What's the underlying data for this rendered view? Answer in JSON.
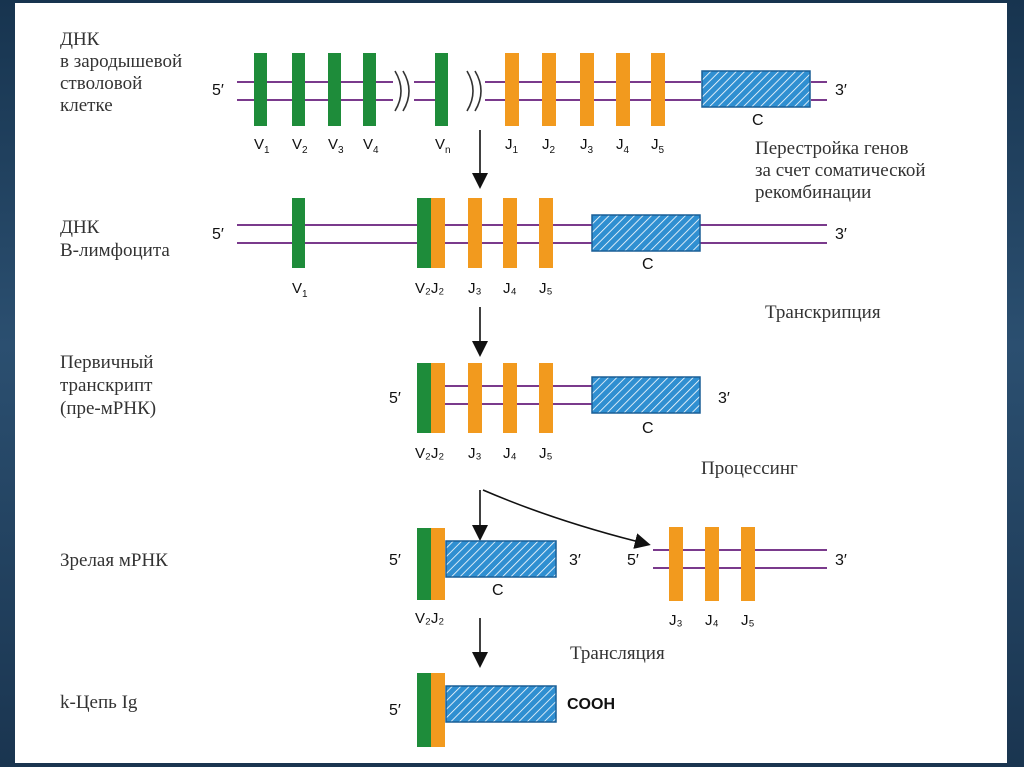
{
  "colors": {
    "v_segment": "#1e8c3a",
    "j_segment": "#f29a1e",
    "c_fill": "#2f8fd1",
    "strand": "#7a3a8c"
  },
  "stage_labels": {
    "germline_1": "ДНК",
    "germline_2": "в зародышевой",
    "germline_3": "стволовой",
    "germline_4": "клетке",
    "blymph_1": "ДНК",
    "blymph_2": "В-лимфоцита",
    "primary_1": "Первичный",
    "primary_2": "транскрипт",
    "primary_3": "(пре-мРНК)",
    "mature": "Зрелая мРНК",
    "chain": "k-Цепь Ig"
  },
  "process_labels": {
    "rearrangement_1": "Перестройка генов",
    "rearrangement_2": "за счет соматической",
    "rearrangement_3": "рекомбинации",
    "transcription": "Транскрипция",
    "processing": "Процессинг",
    "translation": "Трансляция"
  },
  "ends": {
    "five": "5′",
    "three": "3′",
    "cooh": "COOH"
  },
  "constant_label": "C",
  "germline_genes": {
    "v_base": "V",
    "v_subs": [
      "1",
      "2",
      "3",
      "4",
      "n"
    ],
    "j_base": "J",
    "j_subs": [
      "1",
      "2",
      "3",
      "4",
      "5"
    ]
  },
  "blymph_genes": {
    "v1": "V",
    "v1_sub": "1",
    "v2j2": "V₂J₂",
    "j": [
      "J₃",
      "J₄",
      "J₅"
    ]
  },
  "primary_genes": {
    "v2j2": "V₂J₂",
    "j": [
      "J₃",
      "J₄",
      "J₅"
    ]
  },
  "mature_genes": {
    "v2j2": "V₂J₂"
  },
  "excised_genes": {
    "j": [
      "J₃",
      "J₄",
      "J₅"
    ]
  }
}
